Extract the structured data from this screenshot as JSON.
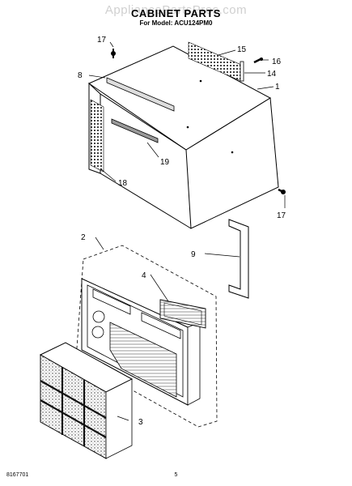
{
  "header": {
    "watermark": "AppliancePartsPros.com",
    "title": "CABINET PARTS",
    "subtitle": "For Model: ACU124PM0"
  },
  "callouts": [
    {
      "id": "17-top",
      "label": "17"
    },
    {
      "id": "15",
      "label": "15"
    },
    {
      "id": "16",
      "label": "16"
    },
    {
      "id": "8",
      "label": "8"
    },
    {
      "id": "14",
      "label": "14"
    },
    {
      "id": "1",
      "label": "1"
    },
    {
      "id": "19",
      "label": "19"
    },
    {
      "id": "18",
      "label": "18"
    },
    {
      "id": "17-bottom",
      "label": "17"
    },
    {
      "id": "2",
      "label": "2"
    },
    {
      "id": "9",
      "label": "9"
    },
    {
      "id": "4",
      "label": "4"
    },
    {
      "id": "3",
      "label": "3"
    }
  ],
  "footer": {
    "doc_number": "8167701",
    "page_number": "5"
  }
}
